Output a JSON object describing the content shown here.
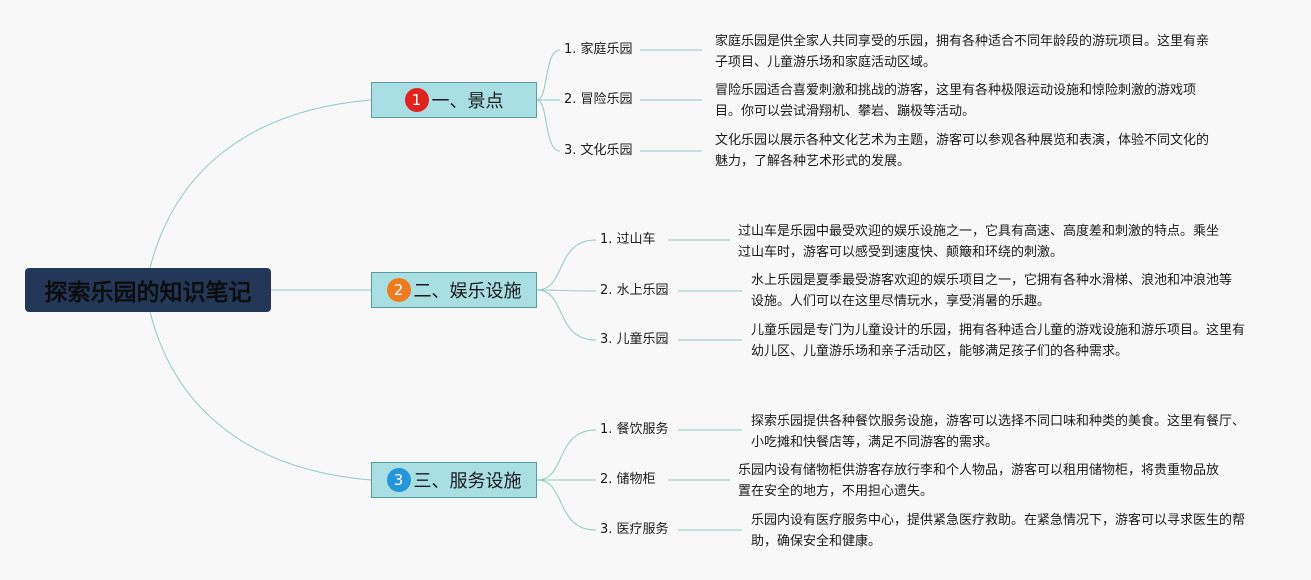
{
  "root": {
    "title": "探索乐园的知识笔记"
  },
  "colors": {
    "line": "#8fc9c6",
    "root_bg": "#233759",
    "branch_bg": "#a9dfe2"
  },
  "branches": [
    {
      "badge": "1",
      "badge_color": "#e0241d",
      "label": "一、景点",
      "items": [
        {
          "label": "1. 家庭乐园",
          "desc": "家庭乐园是供全家人共同享受的乐园，拥有各种适合不同年龄段的游玩项目。这里有亲子项目、儿童游乐场和家庭活动区域。"
        },
        {
          "label": "2. 冒险乐园",
          "desc": "冒险乐园适合喜爱刺激和挑战的游客，这里有各种极限运动设施和惊险刺激的游戏项目。你可以尝试滑翔机、攀岩、蹦极等活动。"
        },
        {
          "label": "3. 文化乐园",
          "desc": "文化乐园以展示各种文化艺术为主题，游客可以参观各种展览和表演，体验不同文化的魅力，了解各种艺术形式的发展。"
        }
      ]
    },
    {
      "badge": "2",
      "badge_color": "#ee7c1f",
      "label": "二、娱乐设施",
      "items": [
        {
          "label": "1. 过山车",
          "desc": "过山车是乐园中最受欢迎的娱乐设施之一，它具有高速、高度差和刺激的特点。乘坐过山车时，游客可以感受到速度快、颠簸和环绕的刺激。"
        },
        {
          "label": "2. 水上乐园",
          "desc": "水上乐园是夏季最受游客欢迎的娱乐项目之一，它拥有各种水滑梯、浪池和冲浪池等设施。人们可以在这里尽情玩水，享受消暑的乐趣。"
        },
        {
          "label": "3. 儿童乐园",
          "desc": "儿童乐园是专门为儿童设计的乐园，拥有各种适合儿童的游戏设施和游乐项目。这里有幼儿区、儿童游乐场和亲子活动区，能够满足孩子们的各种需求。"
        }
      ]
    },
    {
      "badge": "3",
      "badge_color": "#2596d9",
      "label": "三、服务设施",
      "items": [
        {
          "label": "1. 餐饮服务",
          "desc": "探索乐园提供各种餐饮服务设施，游客可以选择不同口味和种类的美食。这里有餐厅、小吃摊和快餐店等，满足不同游客的需求。"
        },
        {
          "label": "2. 储物柜",
          "desc": "乐园内设有储物柜供游客存放行李和个人物品，游客可以租用储物柜，将贵重物品放置在安全的地方，不用担心遗失。"
        },
        {
          "label": "3. 医疗服务",
          "desc": "乐园内设有医疗服务中心，提供紧急医疗救助。在紧急情况下，游客可以寻求医生的帮助，确保安全和健康。"
        }
      ]
    }
  ]
}
